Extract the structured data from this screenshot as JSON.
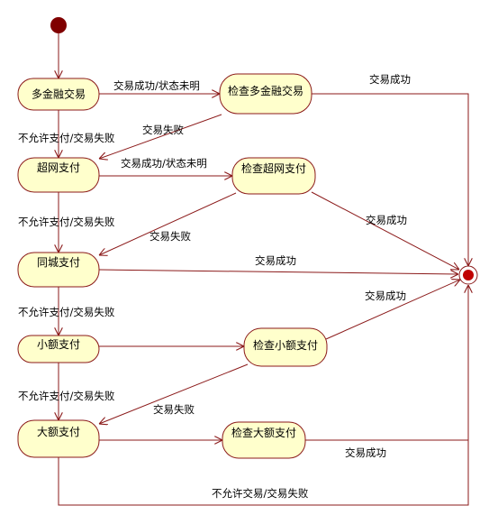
{
  "states": {
    "multi_finance": "多金融交易",
    "check_multi_finance": "检查多金融交易",
    "super_net": "超网支付",
    "check_super_net": "检查超网支付",
    "same_city": "同城支付",
    "small_amount": "小额支付",
    "check_small_amount": "检查小额支付",
    "large_amount": "大额支付",
    "check_large_amount": "检查大额支付"
  },
  "transitions": {
    "multi_to_check": "交易成功/状态未明",
    "check_multi_success": "交易成功",
    "check_multi_fail": "交易失败",
    "multi_to_super": "不允许支付/交易失败",
    "super_to_check": "交易成功/状态未明",
    "check_super_success": "交易成功",
    "check_super_fail": "交易失败",
    "super_to_city": "不允许支付/交易失败",
    "city_success": "交易成功",
    "city_to_small": "不允许支付/交易失败",
    "check_small_success": "交易成功",
    "small_to_large": "不允许支付/交易失败",
    "check_small_fail": "交易失败",
    "check_large_success": "交易成功",
    "large_fail": "不允许交易/交易失败"
  },
  "colors": {
    "state_fill": "#ffffcc",
    "line": "#8b1a1a",
    "initial": "#800000",
    "final": "#c00000"
  }
}
